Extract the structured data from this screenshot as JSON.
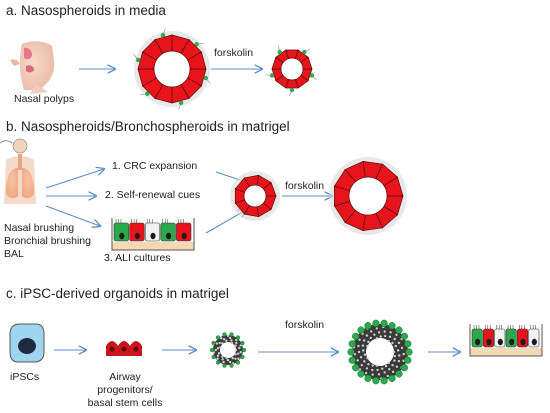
{
  "panel_a": {
    "heading": "a. Nasospheroids in media",
    "source_label": "Nasal polyps",
    "arrow_label": "forskolin"
  },
  "panel_b": {
    "heading": "b. Nasospheroids/Bronchospheroids in matrigel",
    "source_labels": [
      "Nasal brushing",
      "Bronchial brushing",
      "BAL"
    ],
    "routes": [
      "1. CRC expansion",
      "2. Self-renewal cues",
      "3. ALI cultures"
    ],
    "arrow_label": "forskolin"
  },
  "panel_c": {
    "heading": "c. iPSC-derived organoids  in matrigel",
    "source_label": "iPSCs",
    "progenitor_labels": [
      "Airway",
      "progenitors/",
      "basal stem cells"
    ],
    "arrow_label": "forskolin"
  },
  "colors": {
    "cell_red": "#e8141b",
    "cell_green": "#2aa84a",
    "lumen_white": "#ffffff",
    "arrow_blue": "#5b8fc7",
    "nucleus_blue": "#1f9bd6",
    "membrane_beige": "#f4d9b5"
  },
  "icons": [
    "face-profile-icon",
    "lungs-icon",
    "ipsc-cell-icon",
    "progenitor-cells-icon"
  ]
}
